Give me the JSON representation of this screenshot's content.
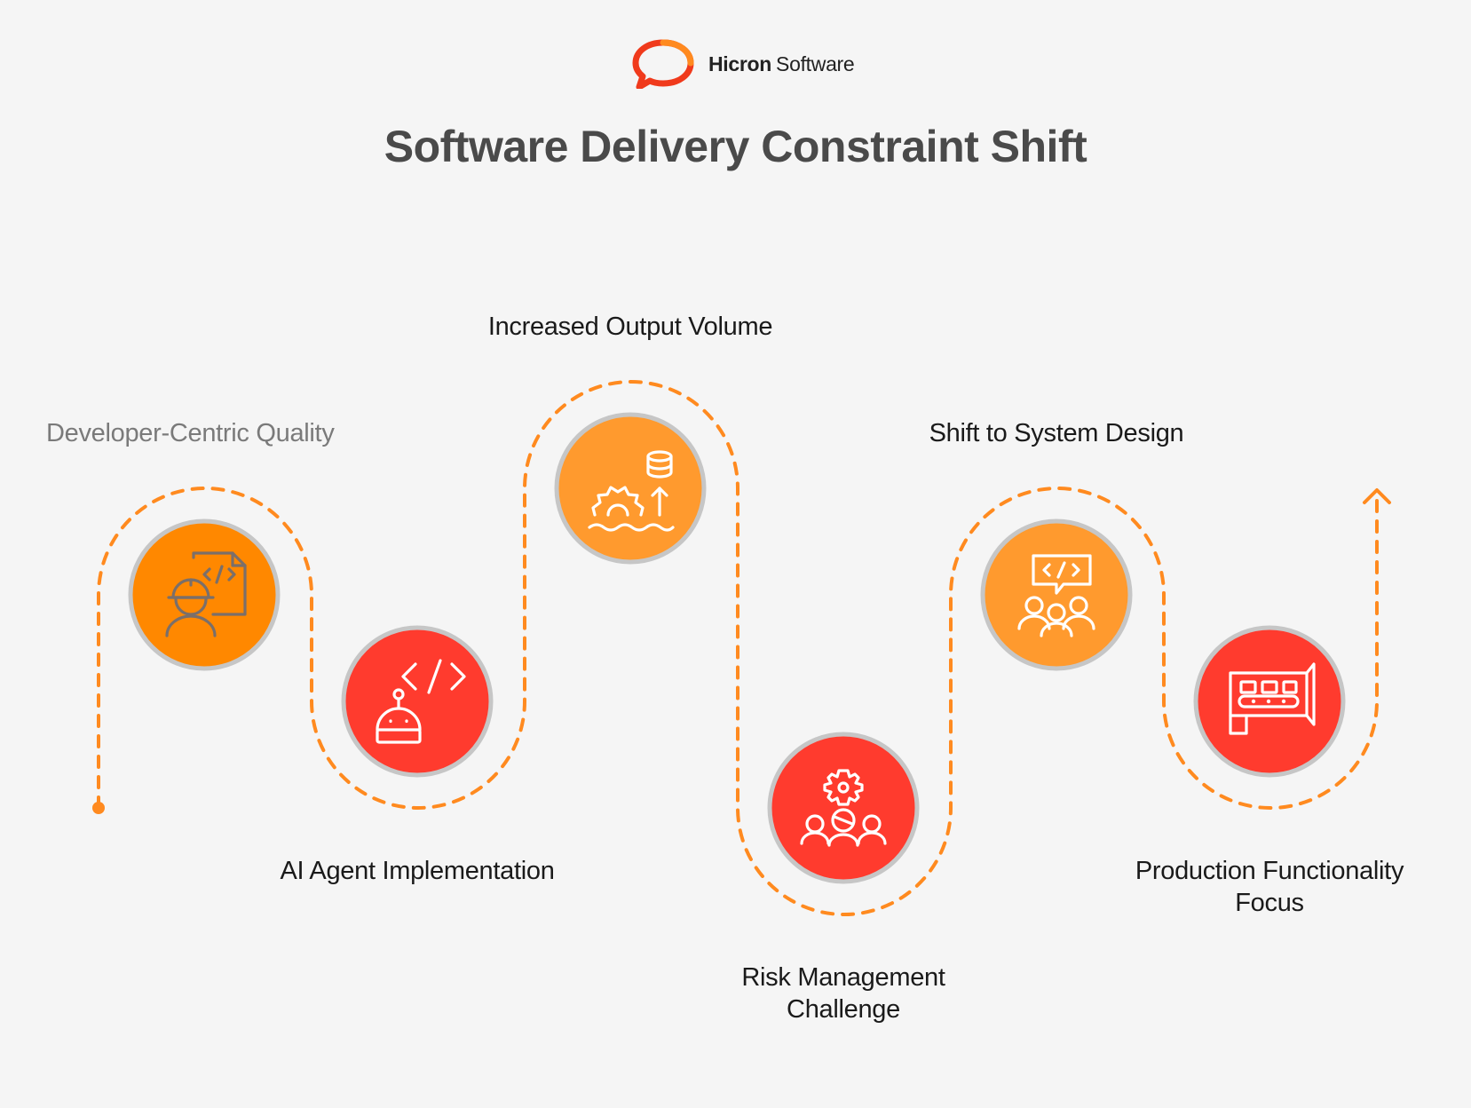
{
  "brand": {
    "name_bold": "Hicron",
    "name_regular": "Software"
  },
  "title": "Software Delivery Constraint Shift",
  "colors": {
    "orange": "#ff8800",
    "light_orange": "#ff9a2e",
    "red": "#ff3b2e",
    "path": "#ff8a1f",
    "title_text": "#4a4a4a",
    "muted_text": "#7a7a7a"
  },
  "steps": [
    {
      "id": "developer-centric-quality",
      "label_lines": [
        "Developer-Centric Quality"
      ],
      "icon": "developer-code-document-icon",
      "color": "#ff8800"
    },
    {
      "id": "ai-agent-implementation",
      "label_lines": [
        "AI Agent Implementation"
      ],
      "icon": "robot-code-icon",
      "color": "#ff3b2e"
    },
    {
      "id": "increased-output-volume",
      "label_lines": [
        "Increased Output Volume"
      ],
      "icon": "data-growth-icon",
      "color": "#ff9a2e"
    },
    {
      "id": "risk-management-challenge",
      "label_lines": [
        "Risk Management",
        "Challenge"
      ],
      "icon": "team-gear-icon",
      "color": "#ff3b2e"
    },
    {
      "id": "shift-to-system-design",
      "label_lines": [
        "Shift to System Design"
      ],
      "icon": "team-code-discussion-icon",
      "color": "#ff9a2e"
    },
    {
      "id": "production-functionality-focus",
      "label_lines": [
        "Production Functionality",
        "Focus"
      ],
      "icon": "production-conveyor-icon",
      "color": "#ff3b2e"
    }
  ]
}
